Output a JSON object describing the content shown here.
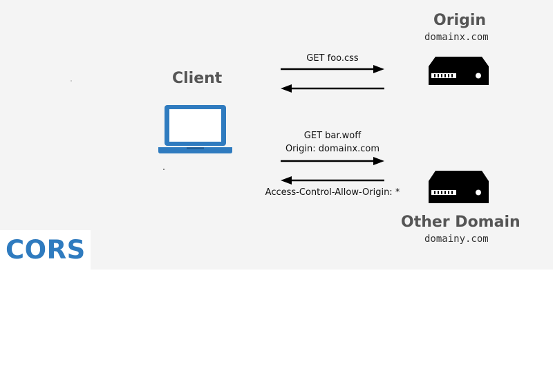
{
  "diagram": {
    "client": {
      "label": "Client"
    },
    "origin": {
      "label": "Origin",
      "domain": "domainx.com"
    },
    "other": {
      "label": "Other Domain",
      "domain": "domainy.com"
    },
    "requests": {
      "first": "GET foo.css",
      "second_line1": "GET bar.woff",
      "second_line2": "Origin: domainx.com",
      "response": "Access-Control-Allow-Origin: *"
    }
  },
  "caption": {
    "title": "CORS"
  },
  "colors": {
    "accent": "#2f7bbf",
    "server": "#000000",
    "background": "#f4f4f4"
  }
}
